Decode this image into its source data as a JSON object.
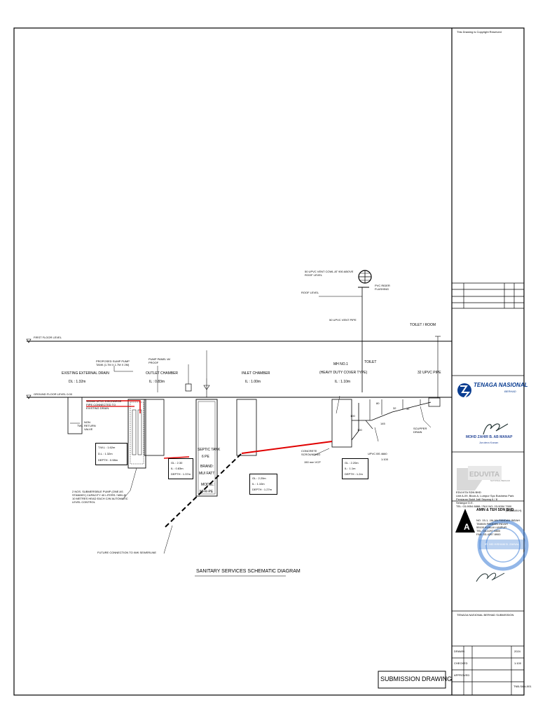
{
  "drawing": {
    "title": "SANITARY SERVICES SCHEMATIC DIAGRAM",
    "copyright": "This Drawing is Copyright Reserved",
    "submission": "SUBMISSION DRAWING",
    "levels": {
      "first_floor": "FIRST FLOOR LEVEL",
      "ground_floor": "GROUND FLOOR LEVEL 0.00",
      "roof": "ROOF LEVEL",
      "vent_cowl": "50 UPVC VENT COWL AT 900 ABOVE ROOF LEVEL",
      "vent_pipe": "50 UPVC VENT PIPE",
      "pvc_rider": "PVC RIDER FLASHING"
    },
    "labels": {
      "existing_drain": "EXISTING EXTERNAL DRAIN",
      "existing_drain_dl": "DL : 1.32m",
      "proposed_sump": "PROPOSED SUMP PUMP TANK (1.7M X 1.7M X 2M)",
      "pump_panel": "PUMP PANEL W/ PROOF",
      "outlet_chamber": "OUTLET CHAMBER",
      "outlet_chamber_il": "IL : 0.83m",
      "inlet_chamber": "INLET CHAMBER",
      "inlet_chamber_il": "IL : 1.00m",
      "mh1": "MH NO.1",
      "mh1_sub": "(HEAVY DUTY COVER TYPE)",
      "mh1_il": "IL : 1.10m",
      "toilet": "TOILET",
      "toilet2": "TOILET / ROOM",
      "upvc_pipe": "32 UPVC PIPE",
      "discharge": "150mm UPVC DISCHARGE PIPE CONNECTED TO EXISTING DRAIN",
      "non_return": "NON RETURN VALVE",
      "twl": "TWL",
      "twl_block": [
        "T.W.L : 1.62m",
        "D.L : 1.32m",
        "DEPTH : 0.98m"
      ],
      "septic_tank": "SEPTIC TANK",
      "septic_pe": "6 PE",
      "brand": "BRAND:",
      "brand_name": "MUI FATT",
      "model": "MODEL:",
      "model_name": "MFR-PE",
      "gl_outlet": [
        "GL : 2.30",
        "IL : 0.83m",
        "DEPTH : 1.37m"
      ],
      "gl_inlet": [
        "GL : 2.20m",
        "IL : 1.10m",
        "DEPTH : 1.27m"
      ],
      "gl_mh": [
        "GL : 2.20m",
        "IL : 1.1m",
        "DEPTH : 1.2m"
      ],
      "concrete": "CONCRETE SCROUNDING",
      "vcp": "150 mm VCP",
      "upvc_bs": "UPVC BS 4660",
      "slope": "1:100",
      "scupper": "SCUPPER DRAIN",
      "pump_note": "2 NOS. SUBMERSIBLE PUMP (ONE AS STANDBY) CAPACITY 40 LITERS / MIN @ 10 METRES HEAD EACH C/W AUTOMATIC LEVEL CONTROL",
      "future": "FUTURE CONNECTION TO IWK SEWERLINE",
      "v100a": "100",
      "v100b": "100",
      "v145": "145",
      "v80": "80",
      "v32a": "32",
      "v32b": "32"
    }
  },
  "title_block": {
    "tnb_name": "TENAGA NASIONAL",
    "tnb_berhad": "BERHAD",
    "tnb_signer": "MOHD ZAHIR B. AB MANAP",
    "tnb_signer_title": "Jurutera Kanan",
    "eduvita": "EDUVITA",
    "eduvita_sub": "NATIONAL BERHAD",
    "eduvita_addr": [
      "EDUVITA SDN BHD",
      "Unit A-09, Block A, Lumpur Spc Business Park",
      "Persiaran Bukit Jalil Sepang 6 / 8",
      "Selangor D.E.",
      "TEL: 03-9054 8888 / FAX NO: 03-9054 7900"
    ],
    "consultant_name": "AMIN & TEH SDN BHD",
    "consultant_reg": "(1088849-H)",
    "consultant_addr": [
      "NO. 15-1, JALAN PANDAN INDAH",
      "TAMAN PANDAN INDAH",
      "55100 KUALA LUMPUR",
      "TEL: 03-4297 8800",
      "FAX: 03-4297 8900"
    ],
    "stamp_text": "IR. MD HISHAM B. ZAINAL",
    "note": "TENAGA NASIONAL BERHAD SUBMISSION",
    "date_label": "DRAWN",
    "checked_label": "CHECKED",
    "approved_label": "APPROVED",
    "date_value": "2024",
    "scale": "1:100",
    "drawing_no": "TNB-SAN-001"
  },
  "colors": {
    "line": "#000000",
    "red": "#e00000",
    "stamp_blue": "#3a7bd5",
    "tnb_blue": "#0a3d91"
  }
}
